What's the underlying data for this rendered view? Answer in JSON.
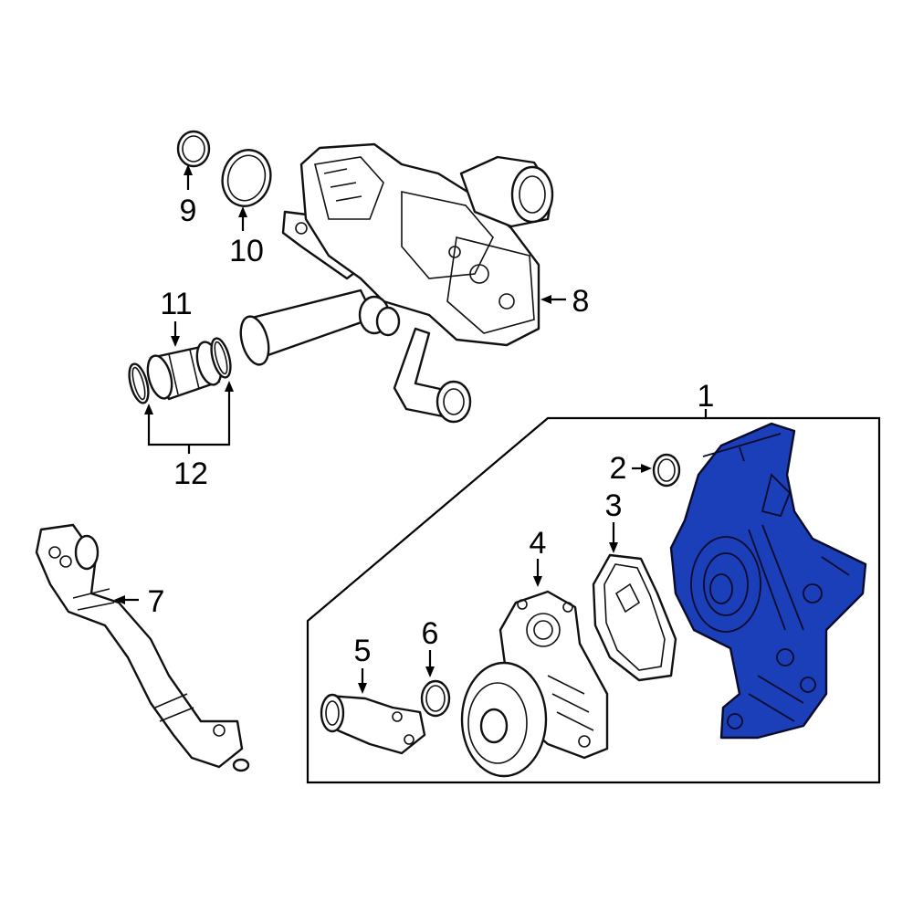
{
  "diagram": {
    "callouts": [
      {
        "id": "c1",
        "text": "1"
      },
      {
        "id": "c2",
        "text": "2"
      },
      {
        "id": "c3",
        "text": "3"
      },
      {
        "id": "c4",
        "text": "4"
      },
      {
        "id": "c5",
        "text": "5"
      },
      {
        "id": "c6",
        "text": "6"
      },
      {
        "id": "c7",
        "text": "7"
      },
      {
        "id": "c8",
        "text": "8"
      },
      {
        "id": "c9",
        "text": "9"
      },
      {
        "id": "c10",
        "text": "10"
      },
      {
        "id": "c11",
        "text": "11"
      },
      {
        "id": "c12",
        "text": "12"
      }
    ],
    "colors": {
      "highlight": "#1b3fb8",
      "line": "#111111",
      "background": "#ffffff"
    }
  }
}
